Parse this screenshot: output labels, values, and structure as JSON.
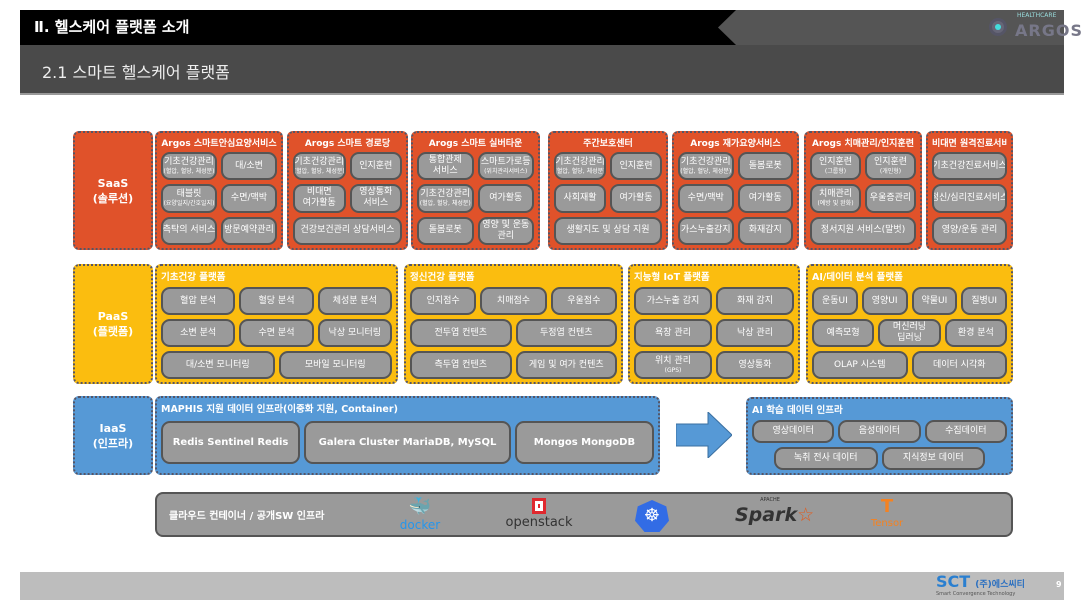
{
  "header": {
    "section_title": "Ⅱ. 헬스케어 플랫폼 소개",
    "subtitle": "2.1 스마트 헬스케어 플랫폼",
    "logo_small": "HEALTHCARE",
    "logo_big": "ARGOS"
  },
  "layers": {
    "saas": [
      "SaaS",
      "(솔루션)"
    ],
    "paas": [
      "PaaS",
      "(플랫폼)"
    ],
    "iaas": [
      "IaaS",
      "(인프라)"
    ]
  },
  "saas_cards": [
    {
      "title": "Argos 스마트안심요양서비스",
      "rows": [
        [
          [
            "기초건강관리",
            "(혈압, 혈당, 체성분)"
          ],
          [
            "대/소변"
          ]
        ],
        [
          [
            "태블릿",
            "(요양일지/간호일지)"
          ],
          [
            "수면/맥박"
          ]
        ],
        [
          [
            "측탁의 서비스"
          ],
          [
            "방문예약관리"
          ]
        ]
      ]
    },
    {
      "title": "Arogs 스마트 경로당",
      "rows": [
        [
          [
            "기초건강관리",
            "(혈압, 혈당, 체성분)"
          ],
          [
            "인지훈련"
          ]
        ],
        [
          [
            "비대면",
            "여가활동"
          ],
          [
            "영상통화",
            "서비스"
          ]
        ],
        [
          [
            "건강보건관리 상담서비스"
          ]
        ]
      ]
    },
    {
      "title": "Arogs 스마트 실버타운",
      "rows": [
        [
          [
            "통합관제",
            "서비스"
          ],
          [
            "스마트가로등",
            "(위치관리서비스)"
          ]
        ],
        [
          [
            "기초건강관리",
            "(혈압, 혈당, 체성분)"
          ],
          [
            "여가활동"
          ]
        ],
        [
          [
            "돌봄로봇"
          ],
          [
            "영양 및 운동",
            "관리"
          ]
        ]
      ]
    },
    {
      "title": "주간보호센터",
      "rows": [
        [
          [
            "기초건강관리",
            "(혈압, 혈당, 체성분)"
          ],
          [
            "인지훈련"
          ]
        ],
        [
          [
            "사회재활"
          ],
          [
            "여가활동"
          ]
        ],
        [
          [
            "생활지도 및 상담 지원"
          ]
        ]
      ]
    },
    {
      "title": "Arogs 재가요양서비스",
      "rows": [
        [
          [
            "기초건강관리",
            "(혈압, 혈당, 체성분)"
          ],
          [
            "돌봄로봇"
          ]
        ],
        [
          [
            "수면/맥박"
          ],
          [
            "여가활동"
          ]
        ],
        [
          [
            "가스누출감지"
          ],
          [
            "화재감지"
          ]
        ]
      ]
    },
    {
      "title": "Arogs 치매관리/인지훈련",
      "rows": [
        [
          [
            "인지훈련",
            "(그룹형)"
          ],
          [
            "인지훈련",
            "(개인형)"
          ]
        ],
        [
          [
            "치매관리",
            "(예방 및 완화)"
          ],
          [
            "우울증관리"
          ]
        ],
        [
          [
            "정서지원 서비스(말벗)"
          ]
        ]
      ]
    },
    {
      "title": "비대면 원격진료서비스",
      "rows": [
        [
          [
            "기초건강진료서비스"
          ]
        ],
        [
          [
            "정신/심리진료서비스"
          ]
        ],
        [
          [
            "영양/운동 관리"
          ]
        ]
      ]
    }
  ],
  "paas_cards": [
    {
      "title": "기초건강 플랫폼",
      "rows": [
        [
          [
            "혈압 분석"
          ],
          [
            "혈당 분석"
          ],
          [
            "체성분 분석"
          ]
        ],
        [
          [
            "소변 분석"
          ],
          [
            "수면 분석"
          ],
          [
            "낙상 모니터링"
          ]
        ],
        [
          [
            "대/소변 모니터링"
          ],
          [
            "모바일 모니터링"
          ]
        ]
      ]
    },
    {
      "title": "정신건강 플랫폼",
      "rows": [
        [
          [
            "인지점수"
          ],
          [
            "치매점수"
          ],
          [
            "우울점수"
          ]
        ],
        [
          [
            "전두엽 컨텐츠"
          ],
          [
            "두정엽 컨텐츠"
          ]
        ],
        [
          [
            "측두엽 컨텐츠"
          ],
          [
            "게임 및 여가 컨텐츠"
          ]
        ]
      ]
    },
    {
      "title": "지능형 IoT 플랫폼",
      "rows": [
        [
          [
            "가스누출 감지"
          ],
          [
            "화재 감지"
          ]
        ],
        [
          [
            "욕창 관리"
          ],
          [
            "낙상 관리"
          ]
        ],
        [
          [
            "위치 관리",
            "(GPS)"
          ],
          [
            "영상통화"
          ]
        ]
      ]
    },
    {
      "title": "AI/데이터 분석 플랫폼",
      "rows": [
        [
          [
            "운동UI"
          ],
          [
            "영양UI"
          ],
          [
            "약물UI"
          ],
          [
            "질병UI"
          ]
        ],
        [
          [
            "예측모형"
          ],
          [
            "머신러닝",
            "딥러닝"
          ],
          [
            "환경 분석"
          ]
        ],
        [
          [
            "OLAP 시스템"
          ],
          [
            "데이터 시각화"
          ]
        ]
      ]
    }
  ],
  "iaas_cards": [
    {
      "title": "MAPHIS 지원 데이터 인프라(이중화 지원, Container)",
      "rows": [
        [
          [
            "Redis Sentinel Redis"
          ],
          [
            "Galera Cluster MariaDB, MySQL"
          ],
          [
            "Mongos MongoDB"
          ]
        ]
      ]
    },
    {
      "title": "AI 학습 데이터 인프라",
      "rows": [
        [
          [
            "영상데이터"
          ],
          [
            "음성데이터"
          ],
          [
            "수집데이터"
          ]
        ],
        [
          [
            "녹취 전사 데이터"
          ],
          [
            "지식정보 데이터"
          ]
        ]
      ]
    }
  ],
  "cloud": {
    "label": "클라우드 컨테이너 / 공개SW 인프라",
    "logos": [
      "docker",
      "openstack",
      "kubernetes",
      "Spark",
      "Tensor"
    ],
    "spark_sub": "APACHE"
  },
  "footer": {
    "company": "(주)에스씨티",
    "brand": "SCT",
    "tagline": "Smart Convergence Technology",
    "page": "9"
  },
  "colors": {
    "saas": "#e0522a",
    "paas": "#fbbd0f",
    "iaas": "#5699d6"
  }
}
